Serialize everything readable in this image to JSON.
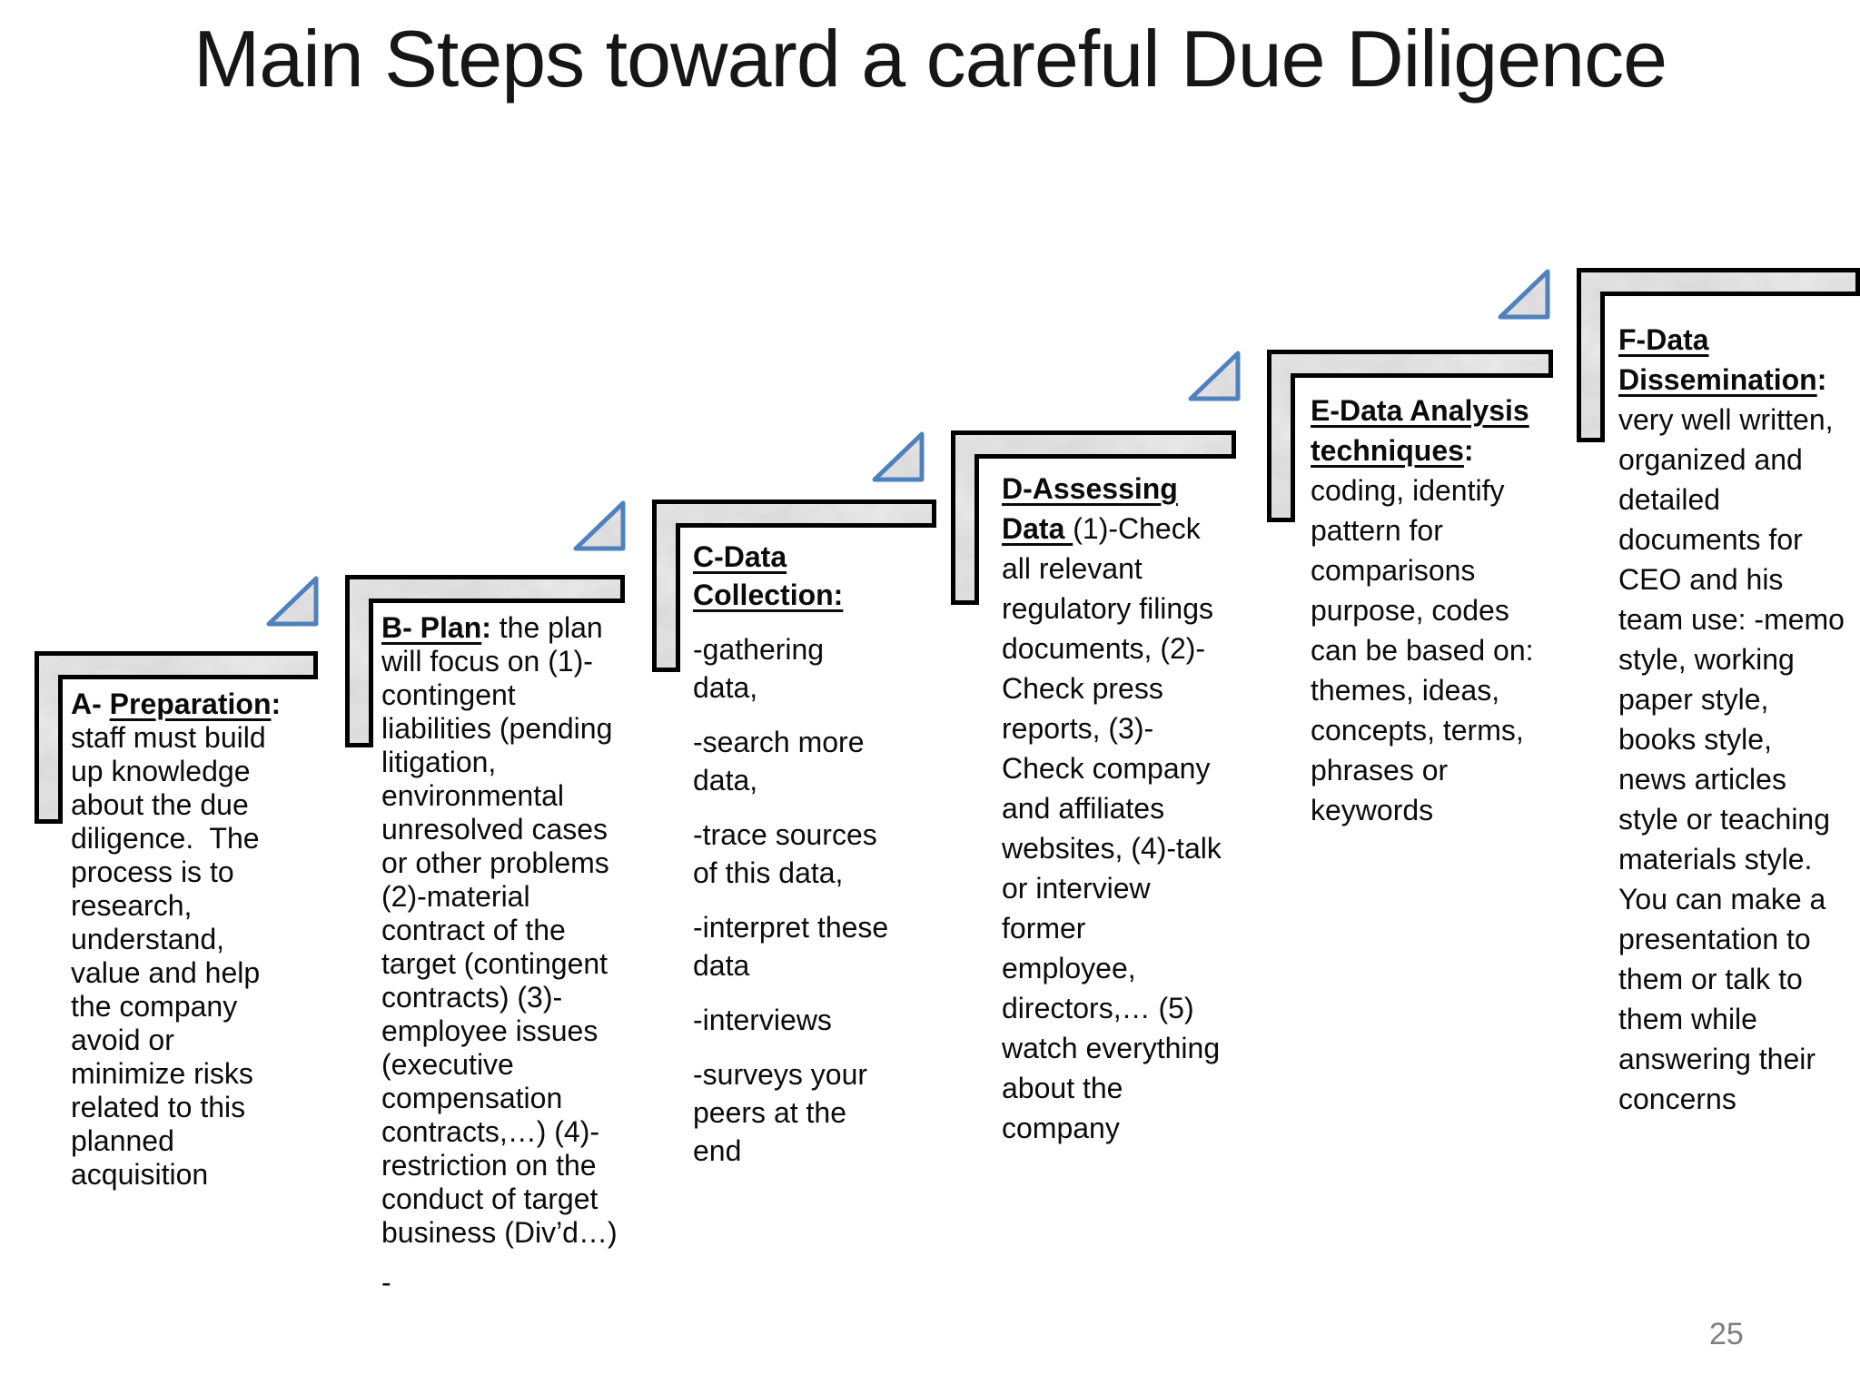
{
  "slide": {
    "title": "Main Steps toward a careful Due Diligence",
    "page_number": "25",
    "accent_blue": "#4f81bd",
    "steps": [
      {
        "id": "A",
        "prefix": "A- ",
        "heading": "Preparation",
        "suffix": ":",
        "body": " staff must build up knowledge about the due diligence.  The process is to research, understand, value and help the company avoid or minimize risks related to this planned acquisition",
        "paragraphs": [],
        "has_triangle": false
      },
      {
        "id": "B",
        "prefix": "",
        "heading": "B- Plan",
        "suffix": ":",
        "body": " the plan will focus on (1)-contingent liabilities (pending litigation, environmental unresolved cases or other problems (2)-material contract of the target (contingent contracts) (3)-employee issues (executive compensation contracts,…) (4)-restriction on the conduct of target business (Div’d…)",
        "paragraphs": [
          "-"
        ],
        "has_triangle": true
      },
      {
        "id": "C",
        "prefix": "",
        "heading": "C-Data Collection:",
        "suffix": "",
        "body": "",
        "paragraphs": [
          "-gathering data,",
          "-search more data,",
          "-trace sources of this data,",
          "-interpret these data",
          "-interviews",
          "-surveys your peers at the end"
        ],
        "has_triangle": true
      },
      {
        "id": "D",
        "prefix": "",
        "heading": "D-Assessing Data ",
        "suffix": "",
        "body": "(1)-Check all relevant regulatory filings documents, (2)-Check press reports, (3)-Check company and affiliates websites, (4)-talk or interview former employee, directors,… (5) watch everything about the company",
        "paragraphs": [],
        "has_triangle": true
      },
      {
        "id": "E",
        "prefix": "",
        "heading": "E-Data Analysis techniques",
        "suffix": ":",
        "body": " coding, identify pattern for comparisons purpose, codes can be based on: themes, ideas, concepts, terms, phrases or keywords",
        "paragraphs": [],
        "has_triangle": true
      },
      {
        "id": "F",
        "prefix": "",
        "heading": "F-Data Dissemination",
        "suffix": ":",
        "body": " very well written, organized and detailed documents for CEO and his team use: -memo style, working paper style, books style, news articles style or teaching materials style. You can make a presentation to them or talk to them while answering their concerns",
        "paragraphs": [],
        "has_triangle": true
      }
    ]
  }
}
